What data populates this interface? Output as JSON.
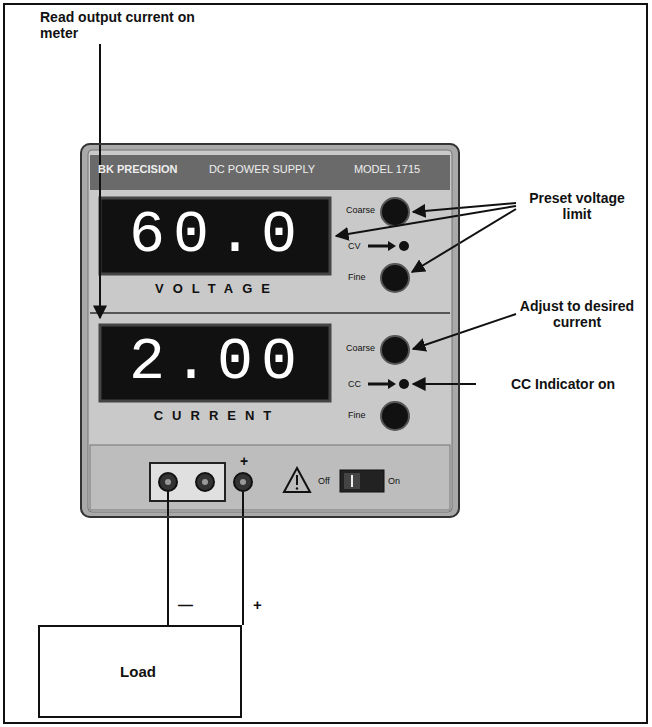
{
  "diagram": {
    "nodes": [
      {
        "text": [
          "BK PRECISION",
          "DC POWER SUPPLY",
          "MODEL 1715"
        ]
      },
      {
        "text": [
          "60.0",
          "VOLTAGE"
        ],
        "in": 0
      },
      {
        "text": [
          "2.00",
          "CURRENT"
        ],
        "in": 0
      },
      {
        "text": [
          "Load"
        ]
      }
    ],
    "edges": [
      {
        "from": 0,
        "to": 3,
        "arrow": "none",
        "label": "—"
      },
      {
        "from": 0,
        "to": 3,
        "arrow": "none",
        "label": "+"
      }
    ],
    "labels": [
      "Read output current on meter",
      "Preset voltage limit",
      "Adjust to desired current",
      "CC Indicator on",
      "Coarse",
      "CV",
      "Fine",
      "Coarse",
      "CC",
      "Fine",
      "Off",
      "On",
      "+"
    ]
  }
}
